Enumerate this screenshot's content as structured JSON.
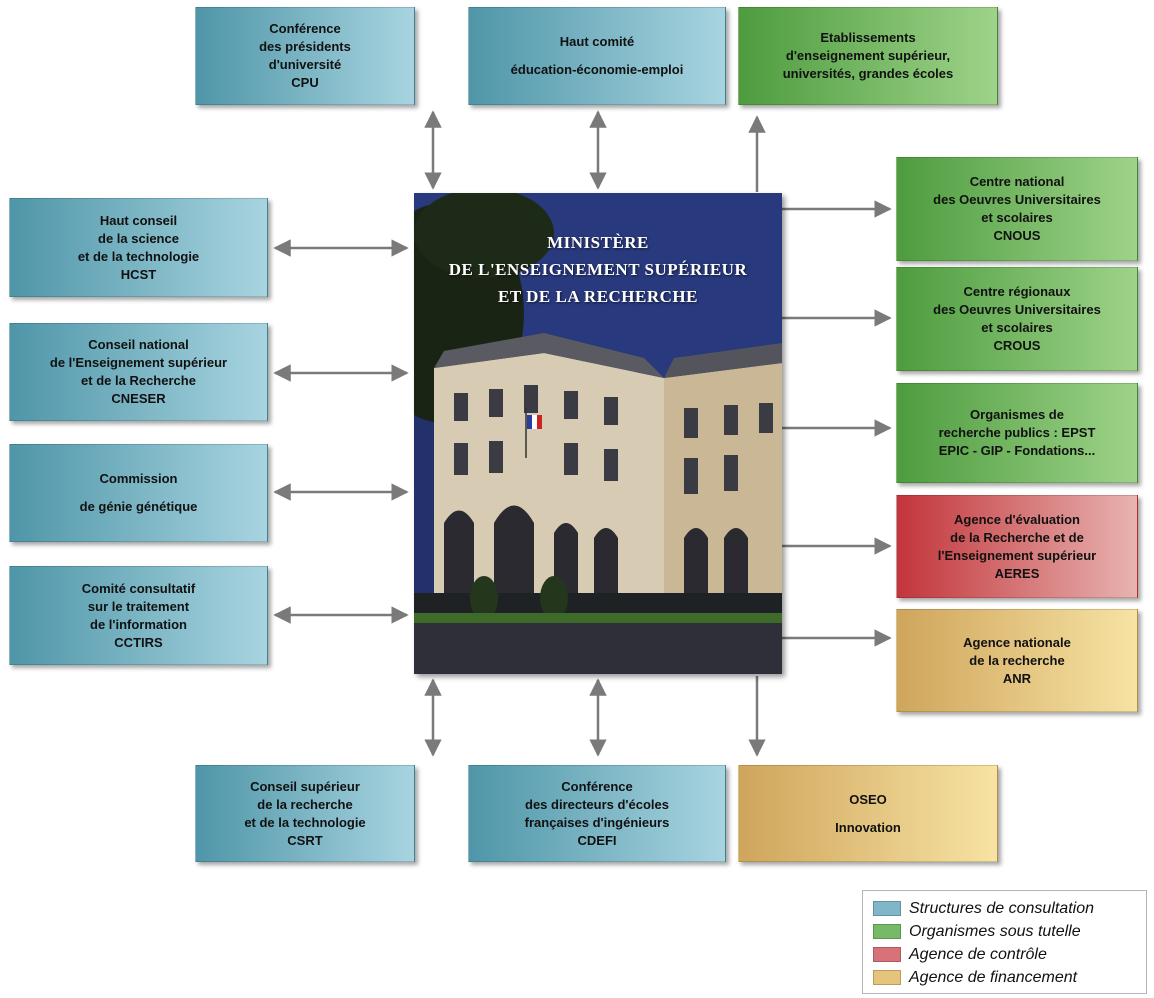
{
  "center": {
    "title_lines": [
      "MINISTÈRE",
      "DE L'ENSEIGNEMENT SUPÉRIEUR",
      "ET DE LA RECHERCHE"
    ]
  },
  "top": [
    {
      "lines": [
        "Conférence",
        "des présidents",
        "d'université",
        "CPU"
      ]
    },
    {
      "lines": [
        "Haut comité",
        "éducation-économie-emploi"
      ]
    },
    {
      "lines": [
        "Etablissements",
        "d'enseignement supérieur,",
        "universités, grandes écoles"
      ]
    }
  ],
  "left": [
    {
      "lines": [
        "Haut conseil",
        "de la science",
        "et de la technologie",
        "HCST"
      ]
    },
    {
      "lines": [
        "Conseil national",
        "de l'Enseignement supérieur",
        "et de la Recherche",
        "CNESER"
      ]
    },
    {
      "lines": [
        "Commission",
        "de génie génétique"
      ]
    },
    {
      "lines": [
        "Comité consultatif",
        "sur le traitement",
        "de l'information",
        "CCTIRS"
      ]
    }
  ],
  "right": [
    {
      "lines": [
        "Centre national",
        "des Oeuvres Universitaires",
        "et scolaires",
        "CNOUS"
      ]
    },
    {
      "lines": [
        "Centre régionaux",
        "des Oeuvres Universitaires",
        "et scolaires",
        "CROUS"
      ]
    },
    {
      "lines": [
        "Organismes de",
        "recherche publics :  EPST",
        "EPIC - GIP - Fondations..."
      ]
    },
    {
      "lines": [
        "Agence d'évaluation",
        "de la Recherche et de",
        "l'Enseignement supérieur",
        "AERES"
      ]
    },
    {
      "lines": [
        "Agence nationale",
        "de la recherche",
        "ANR"
      ]
    }
  ],
  "bottom": [
    {
      "lines": [
        "Conseil supérieur",
        "de la recherche",
        "et de la technologie",
        "CSRT"
      ]
    },
    {
      "lines": [
        "Conférence",
        "des directeurs d'écoles",
        "françaises d'ingénieurs",
        "CDEFI"
      ]
    },
    {
      "lines": [
        "OSEO",
        "Innovation"
      ]
    }
  ],
  "legend": [
    {
      "label": "Structures de consultation",
      "color": "#7fb6c9"
    },
    {
      "label": "Organismes sous tutelle",
      "color": "#78b968"
    },
    {
      "label": "Agence de contrôle",
      "color": "#d77378"
    },
    {
      "label": "Agence de financement",
      "color": "#e6c47c"
    }
  ],
  "colors": {
    "arrow": "#7a7a7a"
  }
}
